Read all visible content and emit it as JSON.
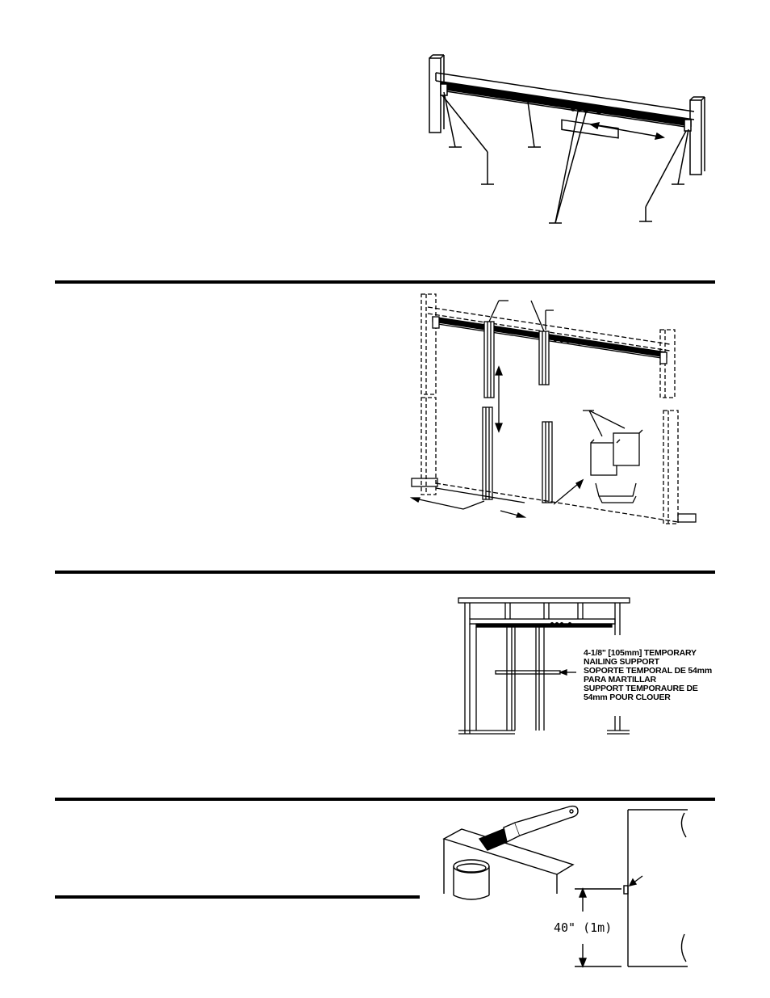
{
  "section3": {
    "callout_lines": [
      "4-1/8\" [105mm] TEMPORARY",
      "NAILING SUPPORT",
      "SOPORTE TEMPORAL DE 54mm",
      "PARA MARTILLAR",
      "SUPPORT TEMPORAURE DE",
      "54mm POUR CLOUER"
    ]
  },
  "section4": {
    "height_label": "40\"  (1m)"
  }
}
